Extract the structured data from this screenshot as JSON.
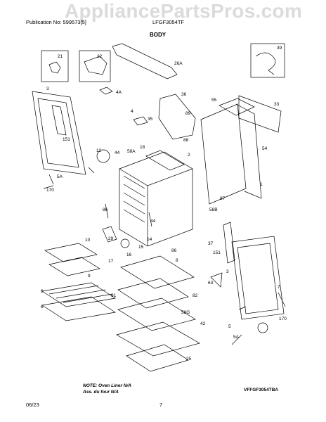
{
  "header": {
    "publication": "Publication No: 599573[5]",
    "model": "LFGF3054TF",
    "section": "BODY"
  },
  "watermark": "AppliancePartsPros.com",
  "callouts": {
    "c21": "21",
    "c22": "22",
    "c26a": "26A",
    "c39": "39",
    "c3a": "3",
    "c4a": "4A",
    "c36": "36",
    "c55": "55",
    "c33": "33",
    "c151a": "151",
    "c4": "4",
    "c35": "35",
    "c89": "89",
    "c88": "88",
    "c12": "12",
    "c44": "44",
    "c58a": "58A",
    "c18": "18",
    "c2": "2",
    "c54": "54",
    "c5a": "5A",
    "c170a": "170",
    "c1": "1",
    "c87": "87",
    "c86a": "86",
    "c44b": "44",
    "c58b": "58B",
    "c10": "10",
    "c29": "29",
    "c14": "14",
    "c15": "15",
    "c16": "16",
    "c37": "37",
    "c151b": "151",
    "c17": "17",
    "c86b": "86",
    "c9": "9",
    "c8": "8",
    "c3b": "3",
    "c63": "63",
    "c6a": "6",
    "c91": "91",
    "c82": "82",
    "c6b": "6",
    "c58g": "58G",
    "c42": "42",
    "c25": "25",
    "c7": "7",
    "c5b": "5",
    "c5ab": "5A",
    "c170b": "170"
  },
  "note": {
    "line1": "NOTE: Oven Liner N/A",
    "line2": "Ass. du four N/A"
  },
  "diagram_code": "VFFGF3054TBA",
  "footer": {
    "date": "06/23",
    "page": "7"
  }
}
